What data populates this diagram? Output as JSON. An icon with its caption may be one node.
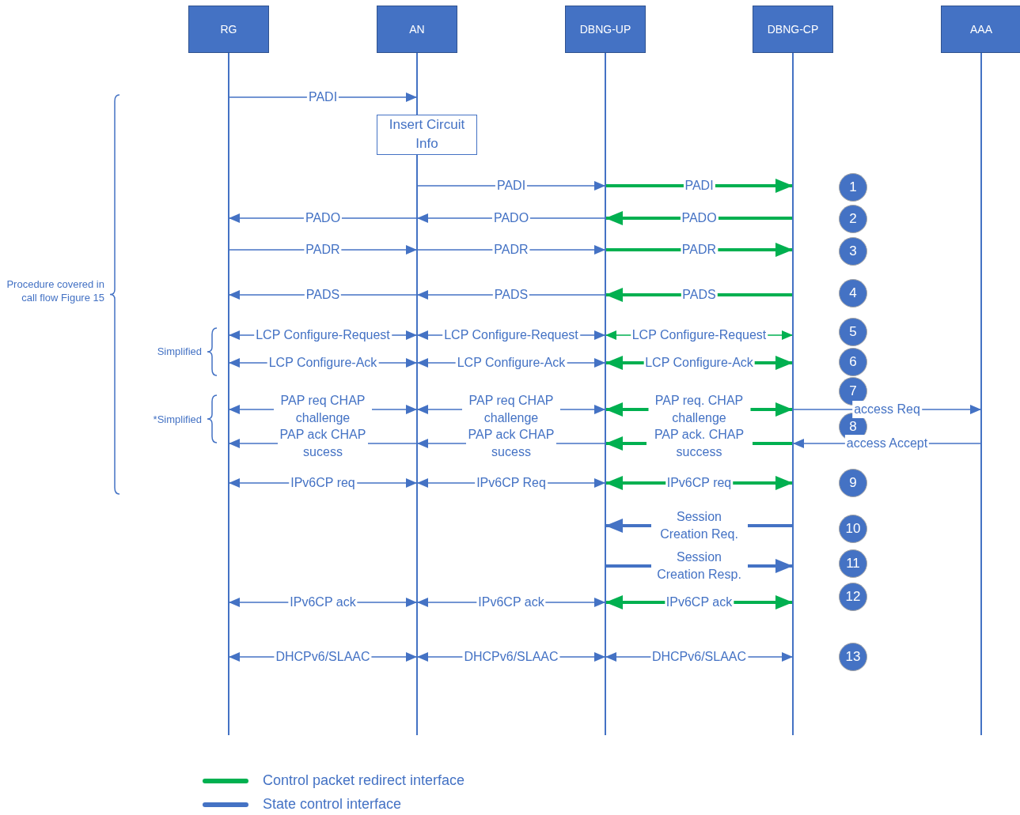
{
  "diagram": {
    "nodes": [
      {
        "text": [
          "RG"
        ]
      },
      {
        "text": [
          "AN"
        ]
      },
      {
        "text": [
          "DBNG-UP"
        ]
      },
      {
        "text": [
          "DBNG-CP"
        ]
      },
      {
        "text": [
          "AAA"
        ]
      },
      {
        "text": [
          "Insert Circuit Info"
        ]
      },
      {
        "text": [
          "1"
        ]
      },
      {
        "text": [
          "2"
        ]
      },
      {
        "text": [
          "3"
        ]
      },
      {
        "text": [
          "4"
        ]
      },
      {
        "text": [
          "5"
        ]
      },
      {
        "text": [
          "6"
        ]
      },
      {
        "text": [
          "7"
        ]
      },
      {
        "text": [
          "8"
        ]
      },
      {
        "text": [
          "9"
        ]
      },
      {
        "text": [
          "10"
        ]
      },
      {
        "text": [
          "11"
        ]
      },
      {
        "text": [
          "12"
        ]
      },
      {
        "text": [
          "13"
        ]
      }
    ],
    "edges": [
      {
        "from": 0,
        "to": 1,
        "arrow": "to",
        "label": "PADI"
      },
      {
        "from": 1,
        "to": 2,
        "arrow": "to",
        "label": "PADI"
      },
      {
        "from": 2,
        "to": 3,
        "arrow": "to",
        "label": "PADI",
        "style": "thick",
        "color": "#00b050"
      },
      {
        "from": 3,
        "to": 2,
        "arrow": "to",
        "label": "PADO",
        "style": "thick",
        "color": "#00b050"
      },
      {
        "from": 2,
        "to": 1,
        "arrow": "to",
        "label": "PADO"
      },
      {
        "from": 1,
        "to": 0,
        "arrow": "to",
        "label": "PADO"
      },
      {
        "from": 0,
        "to": 1,
        "arrow": "to",
        "label": "PADR"
      },
      {
        "from": 1,
        "to": 2,
        "arrow": "to",
        "label": "PADR"
      },
      {
        "from": 2,
        "to": 3,
        "arrow": "to",
        "label": "PADR",
        "style": "thick",
        "color": "#00b050"
      },
      {
        "from": 3,
        "to": 2,
        "arrow": "to",
        "label": "PADS",
        "style": "thick",
        "color": "#00b050"
      },
      {
        "from": 2,
        "to": 1,
        "arrow": "to",
        "label": "PADS"
      },
      {
        "from": 1,
        "to": 0,
        "arrow": "to",
        "label": "PADS"
      },
      {
        "from": 0,
        "to": 1,
        "arrow": "both",
        "label": "LCP Configure-Request"
      },
      {
        "from": 1,
        "to": 2,
        "arrow": "both",
        "label": "LCP Configure-Request"
      },
      {
        "from": 2,
        "to": 3,
        "arrow": "both",
        "label": "LCP Configure-Request",
        "color": "#00b050"
      },
      {
        "from": 0,
        "to": 1,
        "arrow": "both",
        "label": "LCP Configure-Ack"
      },
      {
        "from": 1,
        "to": 2,
        "arrow": "both",
        "label": "LCP Configure-Ack"
      },
      {
        "from": 2,
        "to": 3,
        "arrow": "both",
        "label": "LCP Configure-Ack",
        "style": "thick",
        "color": "#00b050"
      },
      {
        "from": 0,
        "to": 1,
        "arrow": "both",
        "label": "PAP req CHAP challenge"
      },
      {
        "from": 1,
        "to": 2,
        "arrow": "both",
        "label": "PAP req CHAP challenge"
      },
      {
        "from": 2,
        "to": 3,
        "arrow": "both",
        "label": "PAP req. CHAP challenge",
        "style": "thick",
        "color": "#00b050"
      },
      {
        "from": 3,
        "to": 4,
        "arrow": "to",
        "label": "access Req"
      },
      {
        "from": 1,
        "to": 0,
        "arrow": "to",
        "label": "PAP ack CHAP sucess"
      },
      {
        "from": 2,
        "to": 1,
        "arrow": "to",
        "label": "PAP ack CHAP sucess"
      },
      {
        "from": 3,
        "to": 2,
        "arrow": "to",
        "label": "PAP ack. CHAP success",
        "style": "thick",
        "color": "#00b050"
      },
      {
        "from": 4,
        "to": 3,
        "arrow": "to",
        "label": "access Accept"
      },
      {
        "from": 0,
        "to": 1,
        "arrow": "both",
        "label": "IPv6CP req"
      },
      {
        "from": 1,
        "to": 2,
        "arrow": "both",
        "label": "IPv6CP Req"
      },
      {
        "from": 2,
        "to": 3,
        "arrow": "both",
        "label": "IPv6CP req",
        "style": "thick",
        "color": "#00b050"
      },
      {
        "from": 3,
        "to": 2,
        "arrow": "to",
        "label": "Session Creation Req.",
        "style": "thick"
      },
      {
        "from": 2,
        "to": 3,
        "arrow": "to",
        "label": "Session Creation Resp.",
        "style": "thick"
      },
      {
        "from": 0,
        "to": 1,
        "arrow": "both",
        "label": "IPv6CP ack"
      },
      {
        "from": 1,
        "to": 2,
        "arrow": "both",
        "label": "IPv6CP ack"
      },
      {
        "from": 2,
        "to": 3,
        "arrow": "both",
        "label": "IPv6CP ack",
        "style": "thick",
        "color": "#00b050"
      },
      {
        "from": 0,
        "to": 1,
        "arrow": "both",
        "label": "DHCPv6/SLAAC"
      },
      {
        "from": 1,
        "to": 2,
        "arrow": "both",
        "label": "DHCPv6/SLAAC"
      },
      {
        "from": 2,
        "to": 3,
        "arrow": "both",
        "label": "DHCPv6/SLAAC"
      }
    ],
    "labels": [
      "Procedure covered in call flow Figure 15",
      "Simplified",
      "*Simplified"
    ],
    "legend": [
      {
        "text": "Control packet redirect interface",
        "color": "#00b050"
      },
      {
        "text": "State control interface",
        "color": "#4472c4"
      }
    ]
  }
}
